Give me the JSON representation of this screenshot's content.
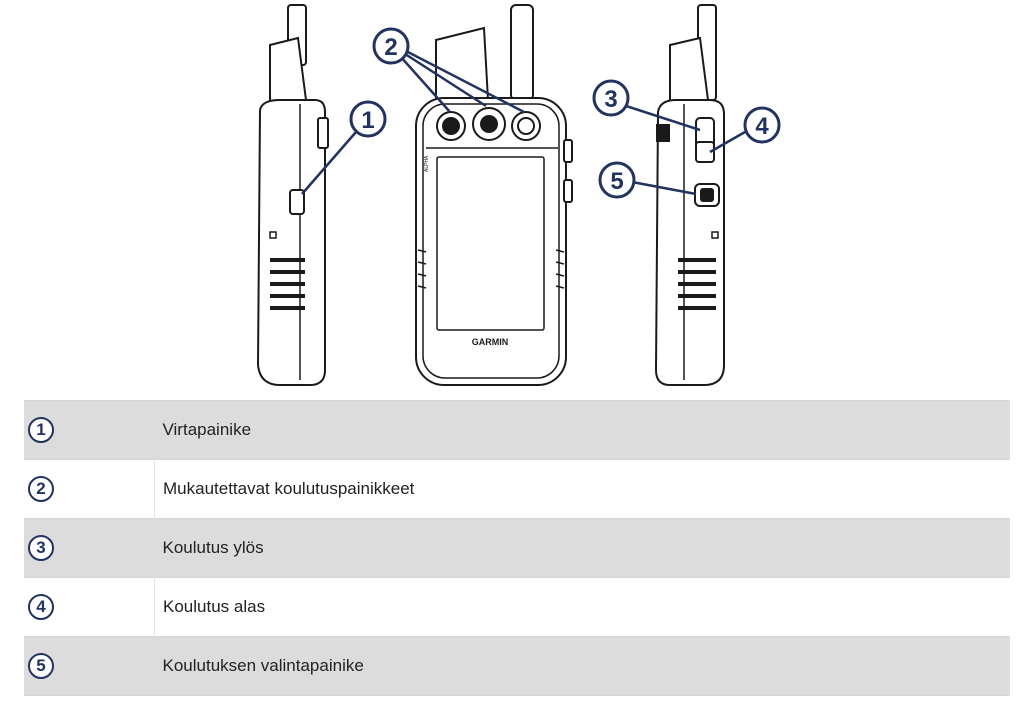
{
  "figure": {
    "callouts": [
      "1",
      "2",
      "3",
      "4",
      "5"
    ],
    "brand_text": "GARMIN",
    "model_text": "ALPHA"
  },
  "legend": {
    "rows": [
      {
        "number": "1",
        "label": "Virtapainike"
      },
      {
        "number": "2",
        "label": "Mukautettavat koulutuspainikkeet"
      },
      {
        "number": "3",
        "label": "Koulutus ylös"
      },
      {
        "number": "4",
        "label": "Koulutus alas"
      },
      {
        "number": "5",
        "label": "Koulutuksen valintapainike"
      }
    ]
  },
  "colors": {
    "accent": "#22335f",
    "row_shade": "#dcdcdc"
  }
}
